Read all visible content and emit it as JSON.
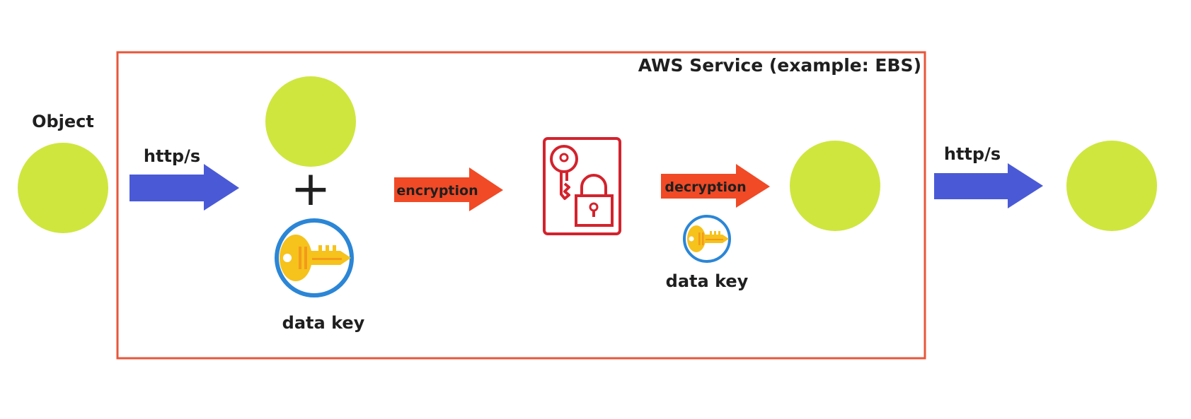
{
  "title": "AWS Service (example: EBS)",
  "object_label": "Object",
  "http_in_label": "http/s",
  "http_out_label": "http/s",
  "encryption_label": "encryption",
  "decryption_label": "decryption",
  "data_key_label_1": "data key",
  "data_key_label_2": "data key",
  "plus_sign": "+",
  "icons": {
    "object": "circle",
    "encrypted_data": "circle",
    "data_key": "key-icon",
    "storage": "key-lock-document-icon",
    "decrypted_object": "circle",
    "destination": "circle"
  },
  "colors": {
    "object_circle": "#cfe63f",
    "service_border": "#e8563a",
    "http_arrow": "#4a5ad6",
    "crypto_arrow": "#f04a26",
    "key_ring": "#2b86d6",
    "key_gold": "#f6c21c",
    "key_orange": "#f39a1a",
    "storage_icon": "#d3232d",
    "text": "#1f1f1f"
  }
}
